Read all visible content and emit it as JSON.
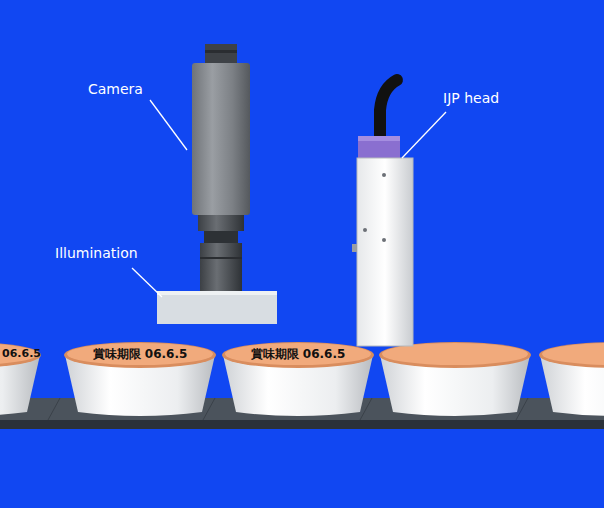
{
  "diagram": {
    "labels": [
      "Camera",
      "IJP head",
      "Illumination",
      "06.6.5",
      "賞味期限 06.6.5",
      "賞味期限 06.6.5"
    ]
  }
}
